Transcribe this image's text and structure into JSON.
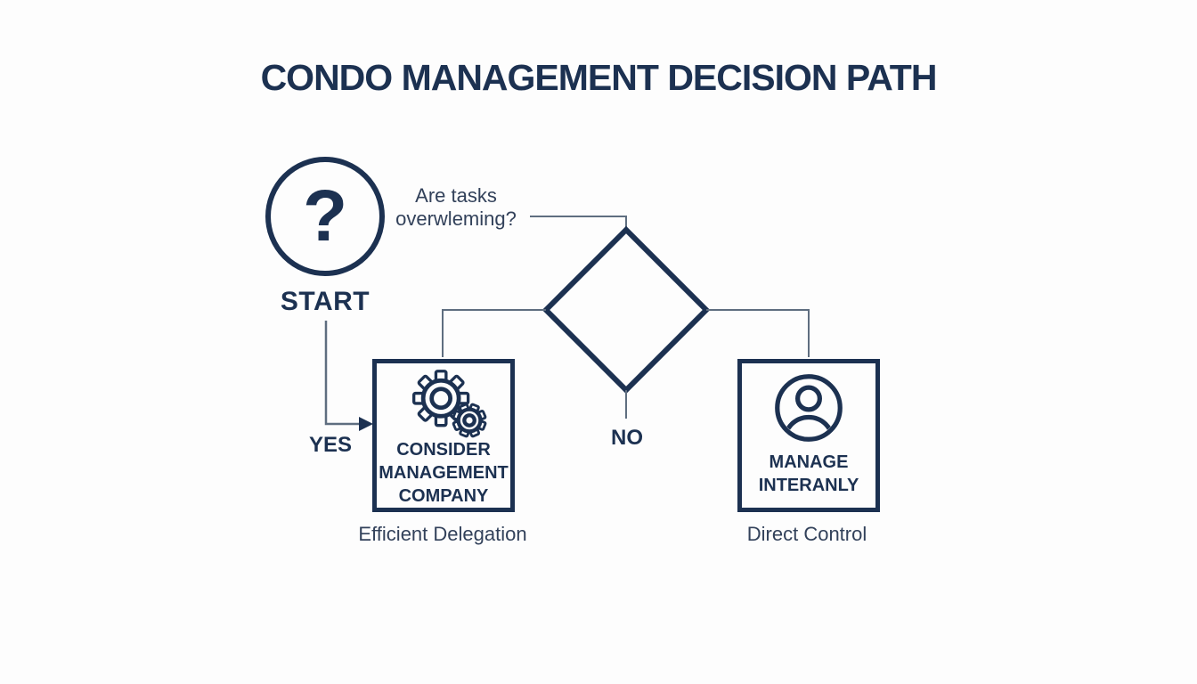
{
  "title": "CONDO MANAGEMENT DECISION PATH",
  "colors": {
    "navy": "#1c3151",
    "line": "#5f6e80",
    "ink": "#32415a",
    "bg": "#fdfdfd"
  },
  "flow": {
    "start": {
      "symbol": "?",
      "label": "START",
      "icon": "question-mark-circle-icon"
    },
    "question": {
      "text": "Are tasks\noverwleming?"
    },
    "decision": {
      "shape": "diamond",
      "yes_label": "YES",
      "no_label": "NO"
    },
    "yes_branch": {
      "icon": "gears-icon",
      "box_text": "CONSIDER\nMANAGEMENT\nCOMPANY",
      "caption": "Efficient Delegation"
    },
    "no_branch": {
      "icon": "person-icon",
      "box_text": "MANAGE\nINTERANLY",
      "caption": "Direct Control"
    }
  }
}
